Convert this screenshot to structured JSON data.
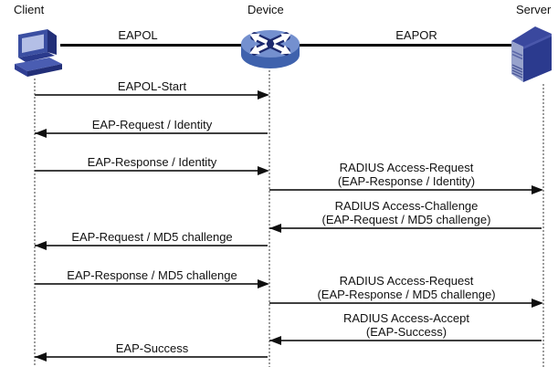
{
  "diagram": {
    "actors": [
      {
        "id": "client",
        "label": "Client",
        "icon": "computer-icon"
      },
      {
        "id": "device",
        "label": "Device",
        "icon": "router-icon"
      },
      {
        "id": "server",
        "label": "Server",
        "icon": "server-icon"
      }
    ],
    "links": [
      {
        "label": "EAPOL",
        "from": "client",
        "to": "device"
      },
      {
        "label": "EAPOR",
        "from": "device",
        "to": "server"
      }
    ],
    "messages": [
      {
        "lines": [
          "EAPOL-Start"
        ],
        "from": "client",
        "to": "device",
        "side": "left",
        "direction": "right"
      },
      {
        "lines": [
          "EAP-Request / Identity"
        ],
        "from": "device",
        "to": "client",
        "side": "left",
        "direction": "left"
      },
      {
        "lines": [
          "EAP-Response / Identity"
        ],
        "from": "client",
        "to": "device",
        "side": "left",
        "direction": "right"
      },
      {
        "lines": [
          "RADIUS Access-Request",
          "(EAP-Response / Identity)"
        ],
        "from": "device",
        "to": "server",
        "side": "right",
        "direction": "right"
      },
      {
        "lines": [
          "RADIUS Access-Challenge",
          "(EAP-Request / MD5 challenge)"
        ],
        "from": "server",
        "to": "device",
        "side": "right",
        "direction": "left"
      },
      {
        "lines": [
          "EAP-Request / MD5 challenge"
        ],
        "from": "device",
        "to": "client",
        "side": "left",
        "direction": "left"
      },
      {
        "lines": [
          "EAP-Response / MD5 challenge"
        ],
        "from": "client",
        "to": "device",
        "side": "left",
        "direction": "right"
      },
      {
        "lines": [
          "RADIUS Access-Request",
          "(EAP-Response / MD5 challenge)"
        ],
        "from": "device",
        "to": "server",
        "side": "right",
        "direction": "right"
      },
      {
        "lines": [
          "RADIUS Access-Accept",
          "(EAP-Success)"
        ],
        "from": "server",
        "to": "device",
        "side": "right",
        "direction": "left"
      },
      {
        "lines": [
          "EAP-Success"
        ],
        "from": "device",
        "to": "client",
        "side": "left",
        "direction": "left"
      }
    ]
  },
  "colors": {
    "text": "#111111",
    "link": "#000000",
    "arrow_line": "#3f3f3f",
    "arrow_head": "#0f0f0f",
    "lifeline": "#9c9c9c",
    "icon_navy": "#242f7c",
    "icon_blue": "#3b4fa2",
    "icon_screen": "#b4bfe6",
    "router_top": "#7490cf",
    "router_side": "#3f62ad",
    "server_body": "#2b3a8e",
    "server_panel": "#97a2cc"
  }
}
